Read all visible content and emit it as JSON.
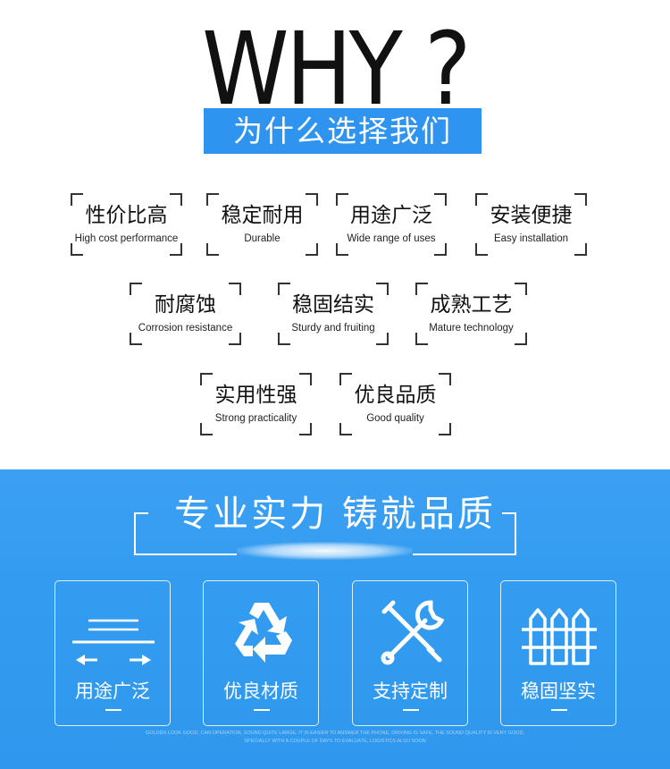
{
  "header": {
    "title": "WHY ?",
    "subtitle": "为什么选择我们"
  },
  "features": [
    {
      "cn": "性价比高",
      "en": "High cost performance"
    },
    {
      "cn": "稳定耐用",
      "en": "Durable"
    },
    {
      "cn": "用途广泛",
      "en": "Wide range of uses"
    },
    {
      "cn": "安装便捷",
      "en": "Easy installation"
    },
    {
      "cn": "耐腐蚀",
      "en": "Corrosion resistance"
    },
    {
      "cn": "稳固结实",
      "en": "Sturdy and fruiting"
    },
    {
      "cn": "成熟工艺",
      "en": "Mature technology"
    },
    {
      "cn": "实用性强",
      "en": "Strong practicality"
    },
    {
      "cn": "优良品质",
      "en": "Good quality"
    }
  ],
  "banner": {
    "slogan": "专业实力  铸就品质"
  },
  "cards": [
    {
      "label": "用途广泛",
      "icon": "wide-use-arrows-icon"
    },
    {
      "label": "优良材质",
      "icon": "recycle-icon"
    },
    {
      "label": "支持定制",
      "icon": "tools-icon"
    },
    {
      "label": "稳固坚实",
      "icon": "fence-icon"
    }
  ],
  "footer": {
    "line1": "GOLDEN LOOK GOOD, CAN OPERATION, SOUND QUITE LARGE, IT IS EASIER TO ANSWER THE PHONE, DRIVING IS SAFE, THE SOUND QUALITY IS VERY GOOD,",
    "line2": "SPECIALLY WITH A COUPLE OF DAYS TO EVALUATE, LOGISTICS ALSO SOON"
  },
  "colors": {
    "accent": "#2f94f0",
    "banner_bg": "#339cf0",
    "text": "#111111"
  }
}
